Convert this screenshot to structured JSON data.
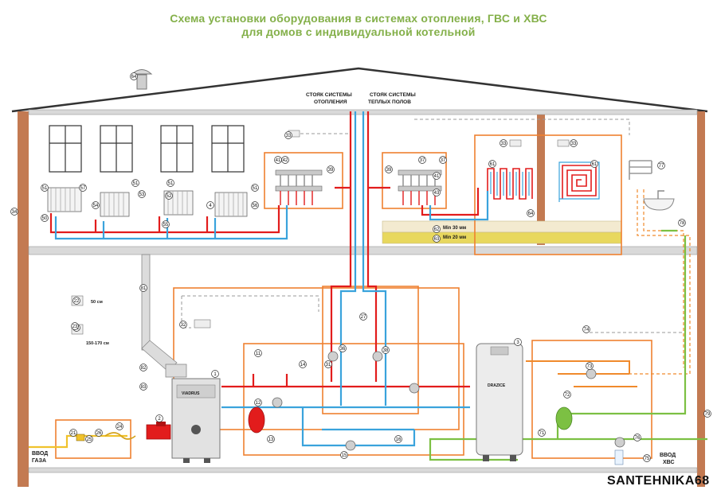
{
  "title": {
    "line1": "Схема установки оборудования в системах отопления, ГВС и ХВС",
    "line2": "для домов с индивидуальной котельной"
  },
  "labels": {
    "riser_heating_1": "СТОЯК СИСТЕМЫ",
    "riser_heating_2": "ОТОПЛЕНИЯ",
    "riser_floor_1": "СТОЯК СИСТЕМЫ",
    "riser_floor_2": "ТЕПЛЫХ ПОЛОВ",
    "min30": "Min 30 мм",
    "min20": "Min 20 мм",
    "h50": "50 см",
    "h150": "150-170 см",
    "gas_1": "ВВОД",
    "gas_2": "ГАЗА",
    "cold_1": "ВВОД",
    "cold_2": "ХВС",
    "boiler_brand": "VIADRUS",
    "tank_brand": "DRAZICE",
    "watermark": "SANTEHNIKA68"
  },
  "markers": {
    "m64": "64",
    "m34": "34",
    "m33a": "33",
    "m33b": "33",
    "m33c": "33",
    "m41": "41",
    "m42": "42",
    "m39a": "39",
    "m39b": "39",
    "m37a": "37",
    "m37b": "37",
    "m41b": "41",
    "m43": "43",
    "m51a": "51",
    "m51b": "51",
    "m51c": "51",
    "m51d": "51",
    "m57": "57",
    "m53": "53",
    "m54": "54",
    "m56": "56",
    "m55": "55",
    "m4": "4",
    "m52": "52",
    "m50": "50",
    "m61a": "61",
    "m61b": "61",
    "m64b": "64",
    "m62": "62",
    "m63": "63",
    "m77": "77",
    "m78": "78",
    "m81": "81",
    "m82": "82",
    "m83": "83",
    "m22a": "22",
    "m22b": "22",
    "m1": "1",
    "m2": "2",
    "m21": "21",
    "m24": "24",
    "m25": "25",
    "m26": "26",
    "m11": "11",
    "m14": "14",
    "m12": "12",
    "m13": "13",
    "m16": "16",
    "m15": "15",
    "m31": "31",
    "m36": "36",
    "m27": "27",
    "m38": "38",
    "m3": "3",
    "m74": "74",
    "m73": "73",
    "m72": "72",
    "m71": "71",
    "m75": "75",
    "m76": "76",
    "m79": "79",
    "m23": "23",
    "m32": "32"
  },
  "colors": {
    "title": "#84b04a",
    "supply": "#e21c1c",
    "return": "#3aa3dc",
    "cold": "#7cc043",
    "wall": "#c37a52",
    "frame": "#ee8030",
    "roof": "#333333"
  }
}
